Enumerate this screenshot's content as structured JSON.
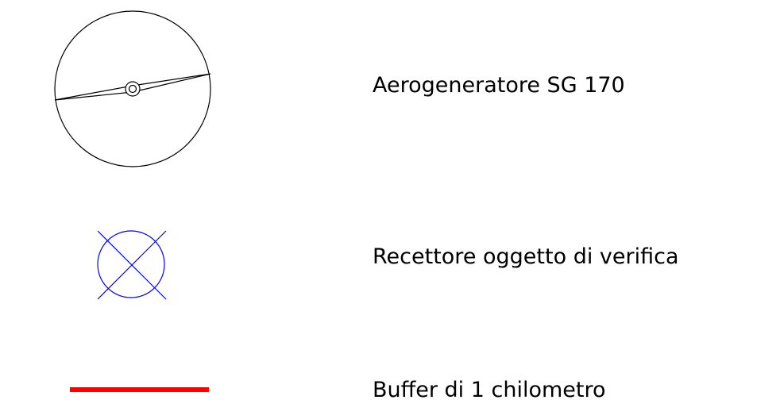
{
  "legend": {
    "items": [
      {
        "label": "Aerogeneratore SG 170",
        "symbol": "wind-turbine-icon",
        "stroke_color": "#000000"
      },
      {
        "label": "Recettore oggetto di verifica",
        "symbol": "receptor-crossed-circle-icon",
        "stroke_color": "#0000ff"
      },
      {
        "label": "Buffer di 1 chilometro",
        "symbol": "buffer-line-icon",
        "stroke_color": "#ff0000"
      }
    ]
  }
}
